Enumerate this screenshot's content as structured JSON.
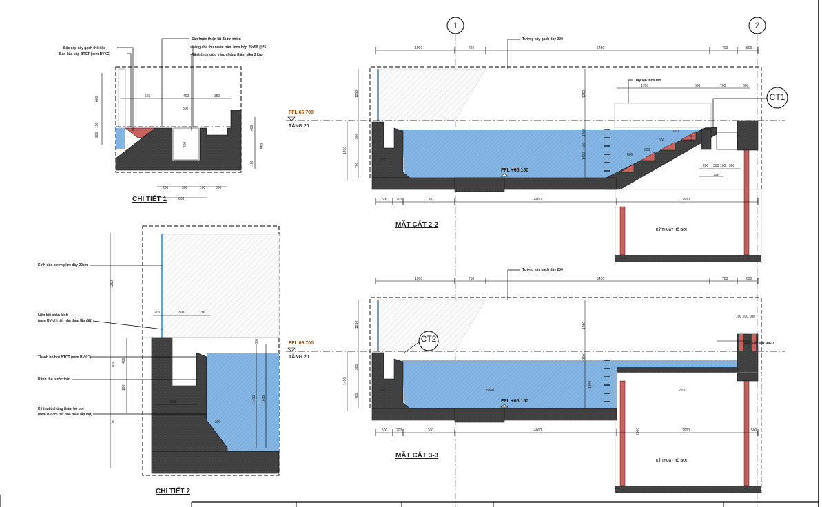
{
  "grid": [
    "1",
    "2"
  ],
  "detail1": {
    "title": "CHI TIẾT 1",
    "labels": [
      "Bậc cấp xây gạch thẻ đặc",
      "Bản bậc cấp BTCT (xem BVKC)",
      "Sàn hoàn thiện lát đá tự nhiên",
      "Máng che thu nước tràn, inox hộp 25x50 @25",
      "Rãnh thu nước tràn, chống thấm sika 3 lớp"
    ],
    "dims": [
      "550",
      "400",
      "350",
      "300",
      "600",
      "150",
      "200",
      "400",
      "400",
      "550",
      "100",
      "200",
      "300",
      "100",
      "300",
      "600"
    ]
  },
  "detail2": {
    "title": "CHI TIẾT 2",
    "labels": [
      "Kính dán cường lực dày 20cm",
      "Liên kết chân kính",
      "(xem BV chi tiết nhà thầu lắp đặt)",
      "Thành hồ bơi BTCT (xem BVKC)",
      "Rãnh thu nước tràn",
      "Kỹ thuật chống thấm hồ bơi",
      "(xem BV chi tiết nhà thầu lắp đặt)"
    ],
    "dims": [
      "200",
      "300",
      "200",
      "1250",
      "700",
      "400",
      "100",
      "700",
      "500",
      "200",
      "300",
      "1400",
      "1600"
    ]
  },
  "section22": {
    "title": "MẶT CẮT 2-2",
    "wall_note": "Tường xây gạch dày 200",
    "level_top": "FFL  66,700",
    "floor": "TẦNG 20",
    "level_pool": "FFL  +65.150",
    "rail_note": "Tay vịn inox mờ",
    "callout": "CT1",
    "room": "KỸ THUẬT HỒ BƠI",
    "dims_top": [
      "1900",
      "750",
      "5450",
      "700",
      "500"
    ],
    "dims_bottom": [
      "500",
      "200",
      "1300",
      "4000",
      "2900"
    ],
    "dims_left": [
      "1250",
      "1400",
      "300",
      "700",
      "500"
    ],
    "dims_stair": [
      "1700",
      "600",
      "700",
      "600",
      "1250",
      "400",
      "600",
      "600",
      "600",
      "600",
      "400",
      "200",
      "300",
      "100",
      "300",
      "600",
      "1400",
      "1200"
    ]
  },
  "section33": {
    "title": "MẶT CẮT 3-3",
    "wall_note": "Tường xây gạch dày 200",
    "level_top": "FFL  66,700",
    "floor": "TẦNG 20",
    "level_pool": "FFL  +65.150",
    "callout": "CT2",
    "brick_note": "Bản cây xây gạch",
    "room": "KỸ THUẬT HỒ BƠI",
    "dims_top": [
      "1900",
      "750",
      "5450",
      "700",
      "600"
    ],
    "dims_bottom": [
      "500",
      "200",
      "1300",
      "4000",
      "2900",
      "500"
    ],
    "dims_left": [
      "1250",
      "1400",
      "300",
      "700",
      "500"
    ],
    "inner": [
      "5300",
      "2700",
      "1250",
      "300",
      "1800",
      "2500",
      "100 200 100"
    ]
  }
}
